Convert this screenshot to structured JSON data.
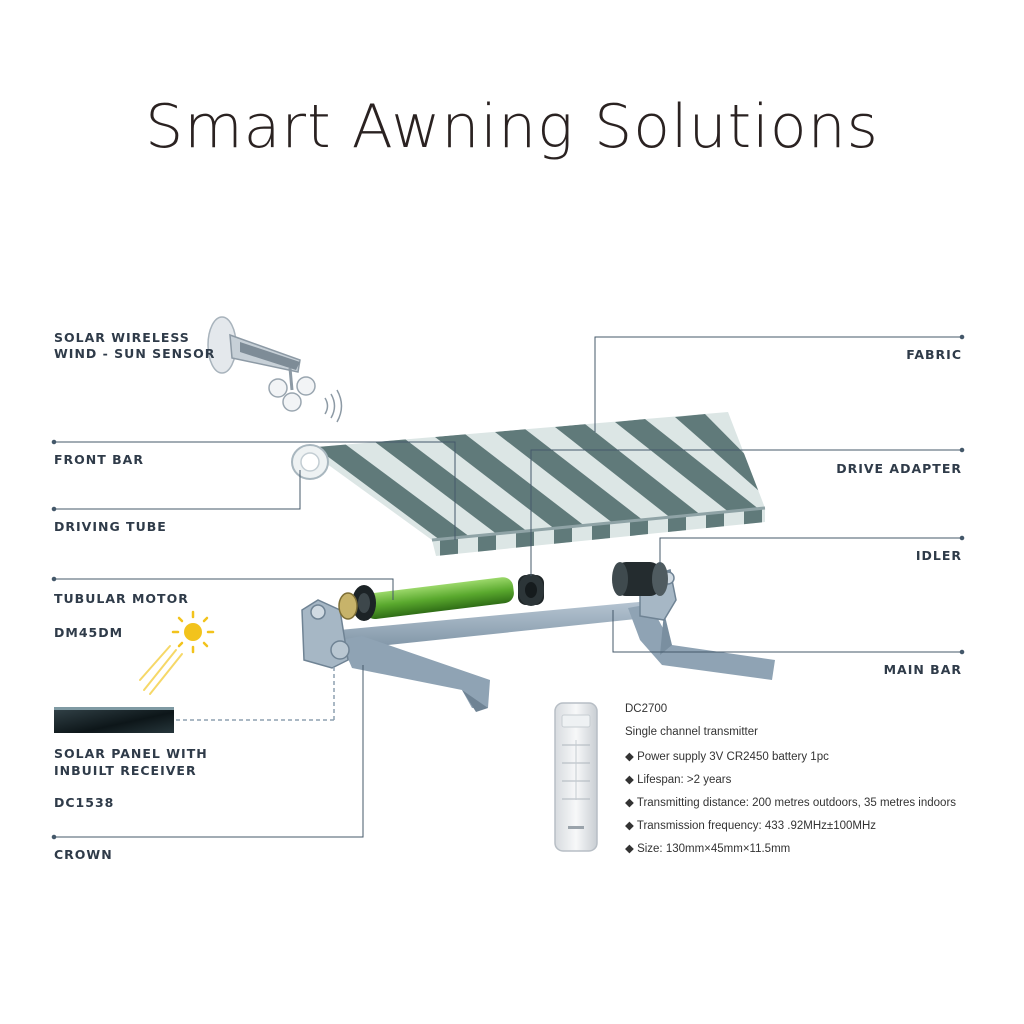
{
  "title": "Smart Awning Solutions",
  "labels": {
    "sensor_line1": "SOLAR WIRELESS",
    "sensor_line2": "WIND - SUN SENSOR",
    "front_bar": "FRONT BAR",
    "driving_tube": "DRIVING TUBE",
    "tubular_motor": "TUBULAR MOTOR",
    "motor_model": "DM45DM",
    "solar_panel_line1": "SOLAR PANEL WITH",
    "solar_panel_line2": "INBUILT RECEIVER",
    "solar_panel_model": "DC1538",
    "crown": "CROWN",
    "fabric": "FABRIC",
    "drive_adapter": "DRIVE ADAPTER",
    "idler": "IDLER",
    "main_bar": "MAIN BAR"
  },
  "transmitter": {
    "model": "DC2700",
    "description": "Single channel transmitter",
    "bullet": "◆",
    "specs": [
      "Power supply 3V CR2450 battery 1pc",
      "Lifespan: >2 years",
      "Transmitting distance: 200 metres outdoors, 35 metres indoors",
      "Transmission frequency: 433 .92MHz±100MHz",
      "Size: 130mm×45mm×11.5mm"
    ]
  },
  "colors": {
    "fabric_dark": "#607a7a",
    "fabric_light": "#d9e4e3",
    "frame": "#8fa3b4",
    "motor": "#69b83a",
    "leader": "#44586a",
    "sun": "#f2c31c"
  }
}
